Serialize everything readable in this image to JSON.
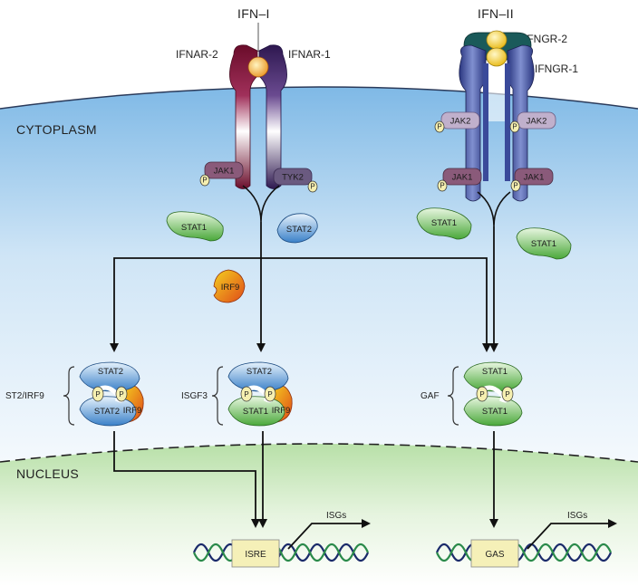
{
  "ligands": {
    "ifn1": "IFN–I",
    "ifn2": "IFN–II"
  },
  "receptors": {
    "ifnar2": "IFNAR-2",
    "ifnar1": "IFNAR-1",
    "ifngr2": "IFNGR-2",
    "ifngr1": "IFNGR-1"
  },
  "compartments": {
    "cytoplasm": "CYTOPLASM",
    "nucleus": "NUCLEUS"
  },
  "kinases": {
    "jak1": "JAK1",
    "tyk2": "TYK2",
    "jak2": "JAK2"
  },
  "phospho": "P",
  "proteins": {
    "stat1": "STAT1",
    "stat2": "STAT2",
    "irf9": "IRF9"
  },
  "complexes": {
    "st2_irf9": "ST2/IRF9",
    "isgf3": "ISGF3",
    "gaf": "GAF"
  },
  "elements": {
    "isre": "ISRE",
    "gas": "GAS"
  },
  "products": {
    "isgs": "ISGs"
  },
  "colors": {
    "cytoplasm_top": "#7fb9e6",
    "nucleus_top": "#b8e0a8",
    "ifnar2": "#7a1030",
    "ifnar1": "#3a2060",
    "ifngr": "#3a4a9a",
    "jak": "#8a5a7a",
    "jak2": "#b8a8c8",
    "stat1": "#6ab84a",
    "stat2": "#4a90d0",
    "irf9": "#e07a20",
    "phospho": "#f5efb0",
    "element_box": "#f5f0b8",
    "dna_dark": "#1a2a6a",
    "dna_green": "#2a8a4a"
  }
}
